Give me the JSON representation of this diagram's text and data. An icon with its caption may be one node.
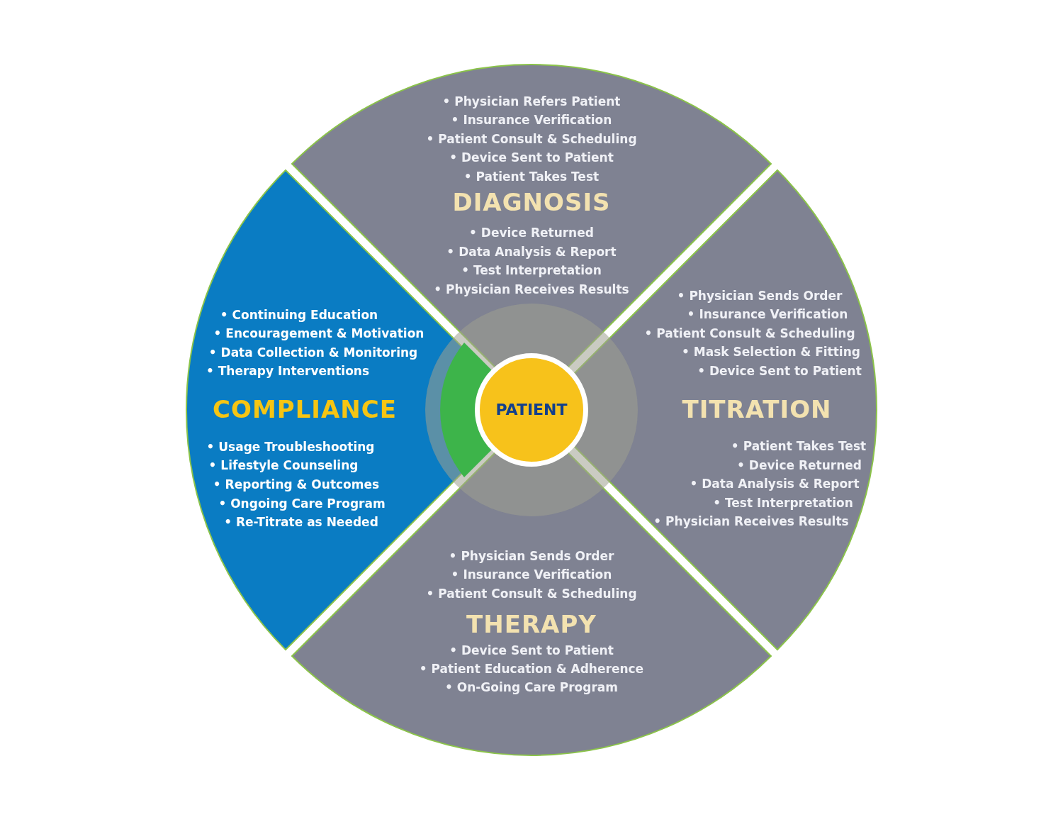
{
  "diagram": {
    "nodes": [
      {
        "text": [
          "• Physician Refers Patient",
          "• Insurance Verification",
          "• Patient Consult & Scheduling",
          "• Device Sent to Patient",
          "• Patient Takes Test",
          "DIAGNOSIS",
          "• Device Returned",
          "• Data Analysis & Report",
          "• Test Interpretation",
          "• Physician Receives Results"
        ]
      },
      {
        "text": [
          "• Continuing Education",
          "• Encouragement & Motivation",
          "• Data Collection & Monitoring",
          "• Therapy Interventions",
          "COMPLIANCE",
          "• Usage Troubleshooting",
          "• Lifestyle Counseling",
          "• Reporting & Outcomes",
          "• Ongoing Care Program",
          "• Re-Titrate as Needed"
        ]
      },
      {
        "text": [
          "PATIENT"
        ]
      },
      {
        "text": [
          "• Physician Sends Order",
          "• Insurance Verification",
          "• Patient Consult & Scheduling",
          "• Mask Selection & Fitting",
          "• Device Sent to Patient",
          "TITRATION",
          "• Patient Takes Test",
          "• Device Returned",
          "• Data Analysis & Report",
          "• Test Interpretation",
          "• Physician Receives Results"
        ]
      },
      {
        "text": [
          "• Physician Sends Order",
          "• Insurance Verification",
          "• Patient Consult & Scheduling",
          "THERAPY",
          "• Device Sent to Patient",
          "• Patient Education & Adherence",
          "• On-Going Care Program"
        ]
      }
    ]
  }
}
